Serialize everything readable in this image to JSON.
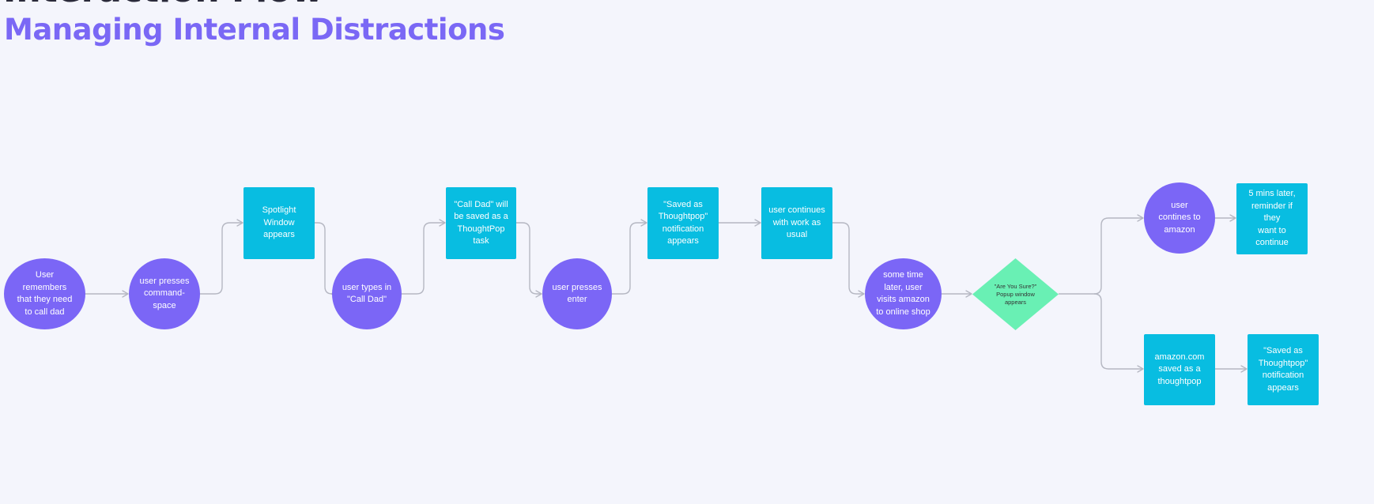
{
  "header": {
    "title": "Interaction Flow",
    "subtitle": "Managing Internal Distractions"
  },
  "colors": {
    "background": "#f4f5fc",
    "title": "#2a2a3a",
    "subtitle": "#7a68f5",
    "circle_node": "#7b66f6",
    "rect_node": "#08bde1",
    "decision_node": "#69f0b4",
    "connector": "#b5b7c2"
  },
  "nodes": [
    {
      "id": "n1",
      "shape": "circle",
      "text": "User\nremembers\nthat they need\nto call dad"
    },
    {
      "id": "n2",
      "shape": "circle",
      "text": "user presses\ncommand-\nspace"
    },
    {
      "id": "n3",
      "shape": "rect",
      "text": "Spotlight\nWindow\nappears"
    },
    {
      "id": "n4",
      "shape": "circle",
      "text": "user types in\n\"Call Dad\""
    },
    {
      "id": "n5",
      "shape": "rect",
      "text": "\"Call Dad\" will\nbe saved as a\nThoughtPop\ntask"
    },
    {
      "id": "n6",
      "shape": "circle",
      "text": "user presses\nenter"
    },
    {
      "id": "n7",
      "shape": "rect",
      "text": "\"Saved as\nThoughtpop\"\nnotification\nappears"
    },
    {
      "id": "n8",
      "shape": "rect",
      "text": "user continues\nwith work as\nusual"
    },
    {
      "id": "n9",
      "shape": "circle",
      "text": "some time\nlater, user\nvisits amazon\nto online shop"
    },
    {
      "id": "n10",
      "shape": "diamond",
      "text": "\"Are You Sure?\"\nPopup window\nappears"
    },
    {
      "id": "n11",
      "shape": "circle",
      "text": "user\ncontines to\namazon"
    },
    {
      "id": "n12",
      "shape": "rect",
      "text": "5 mins later,\nreminder if they\nwant to\ncontinue"
    },
    {
      "id": "n13",
      "shape": "rect",
      "text": "amazon.com\nsaved as a\nthoughtpop"
    },
    {
      "id": "n14",
      "shape": "rect",
      "text": "\"Saved as\nThoughtpop\"\nnotification\nappears"
    }
  ],
  "edges": [
    {
      "from": "n1",
      "to": "n2"
    },
    {
      "from": "n2",
      "to": "n3"
    },
    {
      "from": "n3",
      "to": "n4"
    },
    {
      "from": "n4",
      "to": "n5"
    },
    {
      "from": "n5",
      "to": "n6"
    },
    {
      "from": "n6",
      "to": "n7"
    },
    {
      "from": "n7",
      "to": "n8"
    },
    {
      "from": "n8",
      "to": "n9"
    },
    {
      "from": "n9",
      "to": "n10"
    },
    {
      "from": "n10",
      "to": "n11"
    },
    {
      "from": "n11",
      "to": "n12"
    },
    {
      "from": "n10",
      "to": "n13"
    },
    {
      "from": "n13",
      "to": "n14"
    }
  ]
}
